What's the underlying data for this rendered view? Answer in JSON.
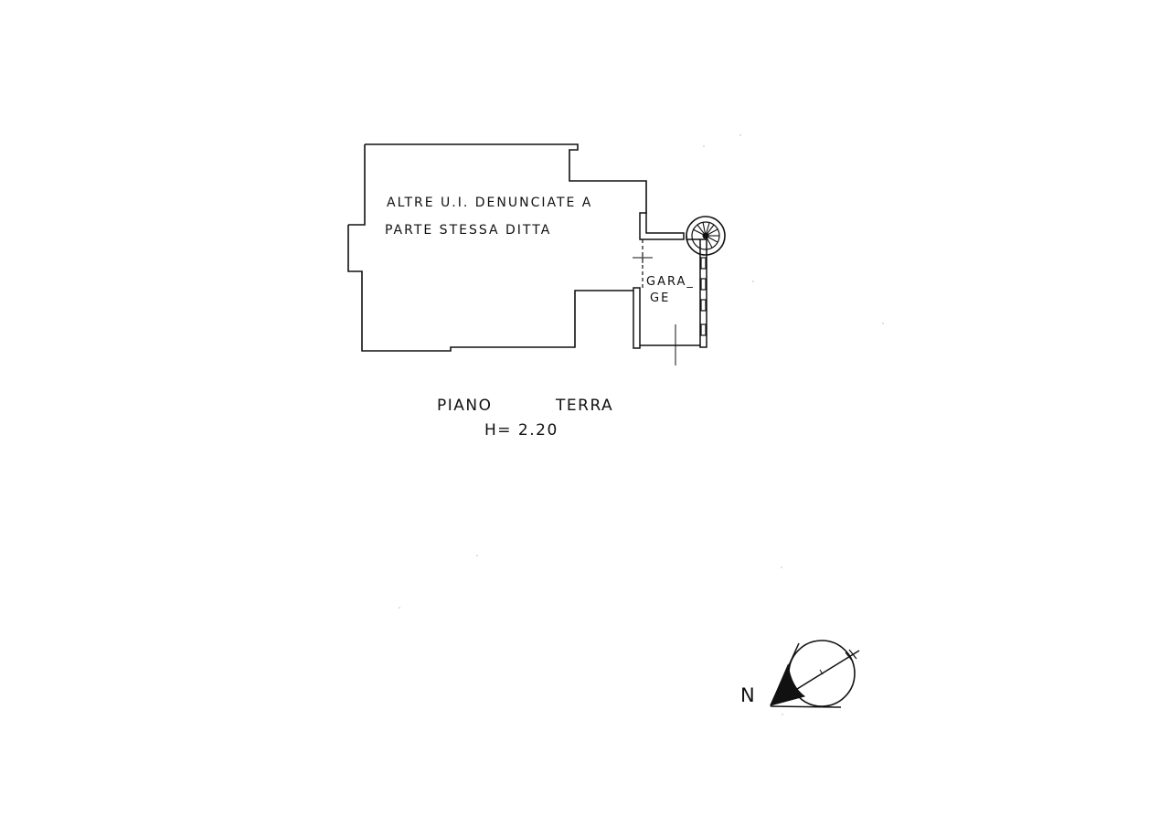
{
  "plan": {
    "notes": {
      "line1": "ALTRE  U.I.  DENUNCIATE  A",
      "line2": "PARTE  STESSA  DITTA"
    },
    "room": {
      "line1": "GARA_",
      "line2": "GE"
    },
    "title": {
      "floor_word1": "PIANO",
      "floor_word2": "TERRA",
      "height": "H=  2.20"
    },
    "compass": {
      "letter": "N"
    }
  }
}
